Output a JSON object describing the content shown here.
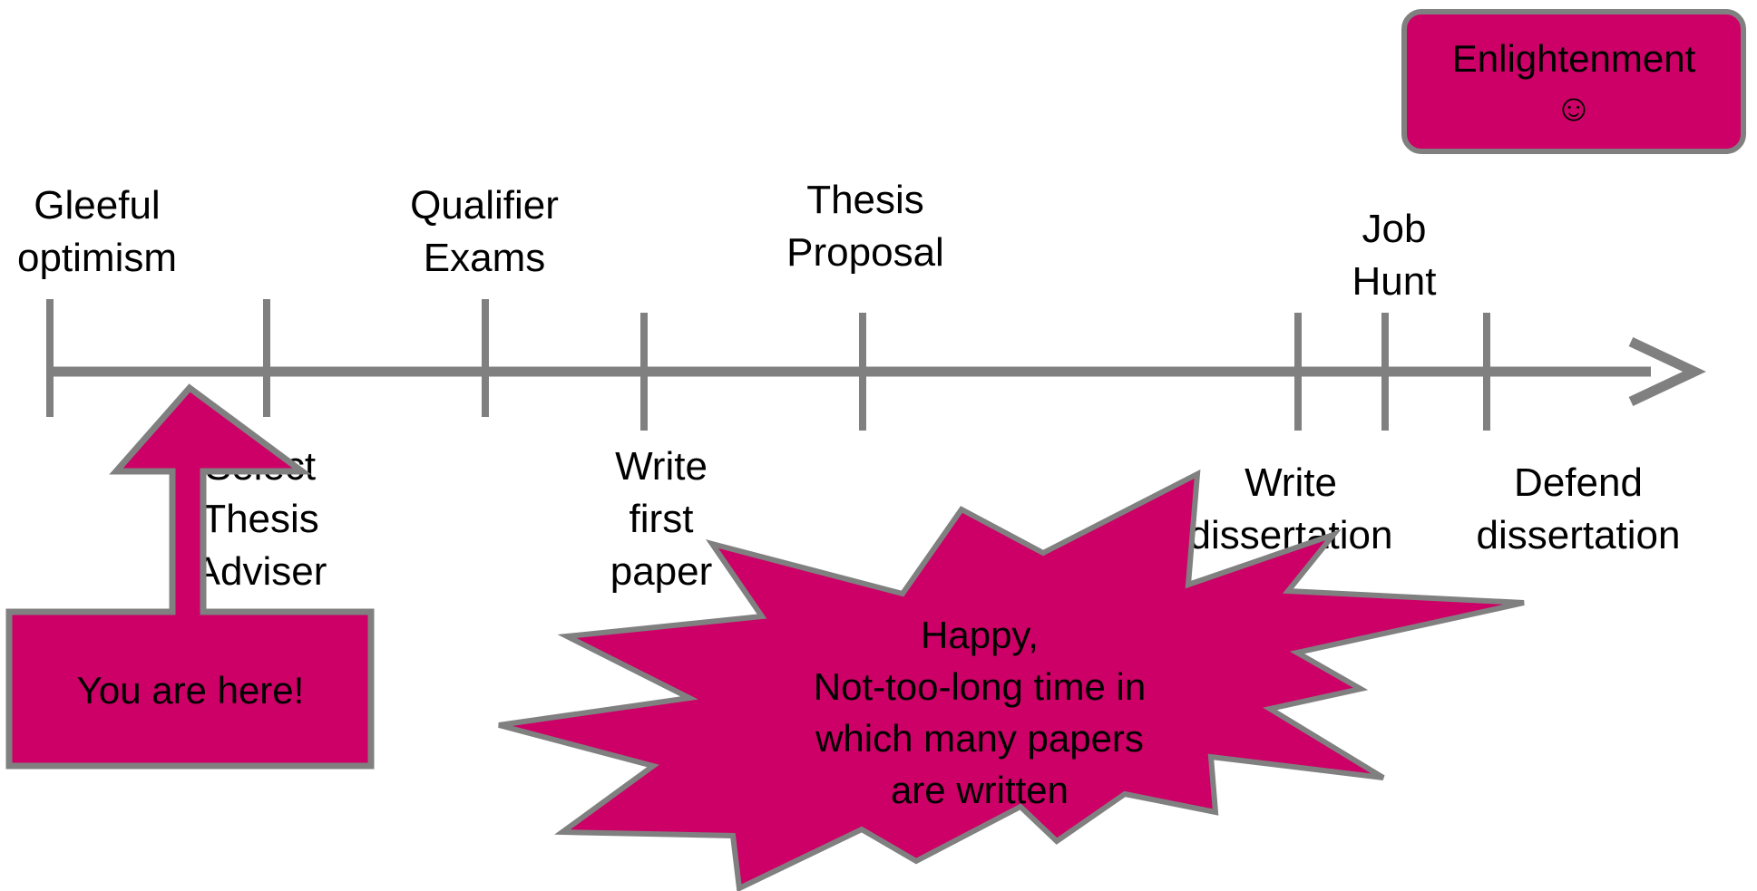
{
  "colors": {
    "accent": "#cc0066",
    "outline": "#808080",
    "axis": "#808080",
    "text": "#000000"
  },
  "timeline": {
    "above": [
      {
        "id": "gleeful-optimism",
        "lines": [
          "Gleeful",
          "optimism"
        ]
      },
      {
        "id": "qualifier-exams",
        "lines": [
          "Qualifier",
          "Exams"
        ]
      },
      {
        "id": "thesis-proposal",
        "lines": [
          "Thesis",
          "Proposal"
        ]
      },
      {
        "id": "job-hunt",
        "lines": [
          "Job",
          "Hunt"
        ]
      }
    ],
    "below": [
      {
        "id": "select-thesis-adviser",
        "lines": [
          "Select",
          "Thesis",
          "Adviser"
        ]
      },
      {
        "id": "write-first-paper",
        "lines": [
          "Write",
          "first",
          "paper"
        ]
      },
      {
        "id": "write-dissertation",
        "lines": [
          "Write",
          "dissertation"
        ]
      },
      {
        "id": "defend-dissertation",
        "lines": [
          "Defend",
          "dissertation"
        ]
      }
    ]
  },
  "callouts": {
    "you_are_here": "You are here!",
    "burst_lines": [
      "Happy,",
      "Not-too-long time in",
      "which many papers",
      "are written"
    ],
    "enlightenment_lines": [
      "Enlightenment",
      "☺"
    ]
  }
}
